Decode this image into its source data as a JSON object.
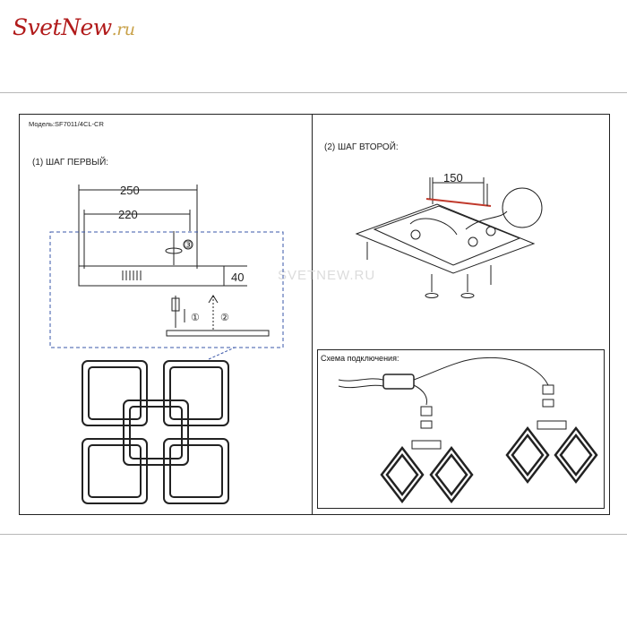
{
  "logo": {
    "part1": "Svet",
    "part2": "New",
    "part3": ".ru"
  },
  "model_label": "Модель:SF7011/4CL-CR",
  "step1_label": "(1) ШАГ ПЕРВЫЙ:",
  "step2_label": "(2) ШАГ ВТОРОЙ:",
  "scheme_title": "Схема подключения:",
  "watermark": "SVETNEW.RU",
  "dims": {
    "w250": "250",
    "w220": "220",
    "h40": "40",
    "w150": "150"
  },
  "markers": {
    "m1": "①",
    "m2": "②",
    "m3": "③"
  }
}
